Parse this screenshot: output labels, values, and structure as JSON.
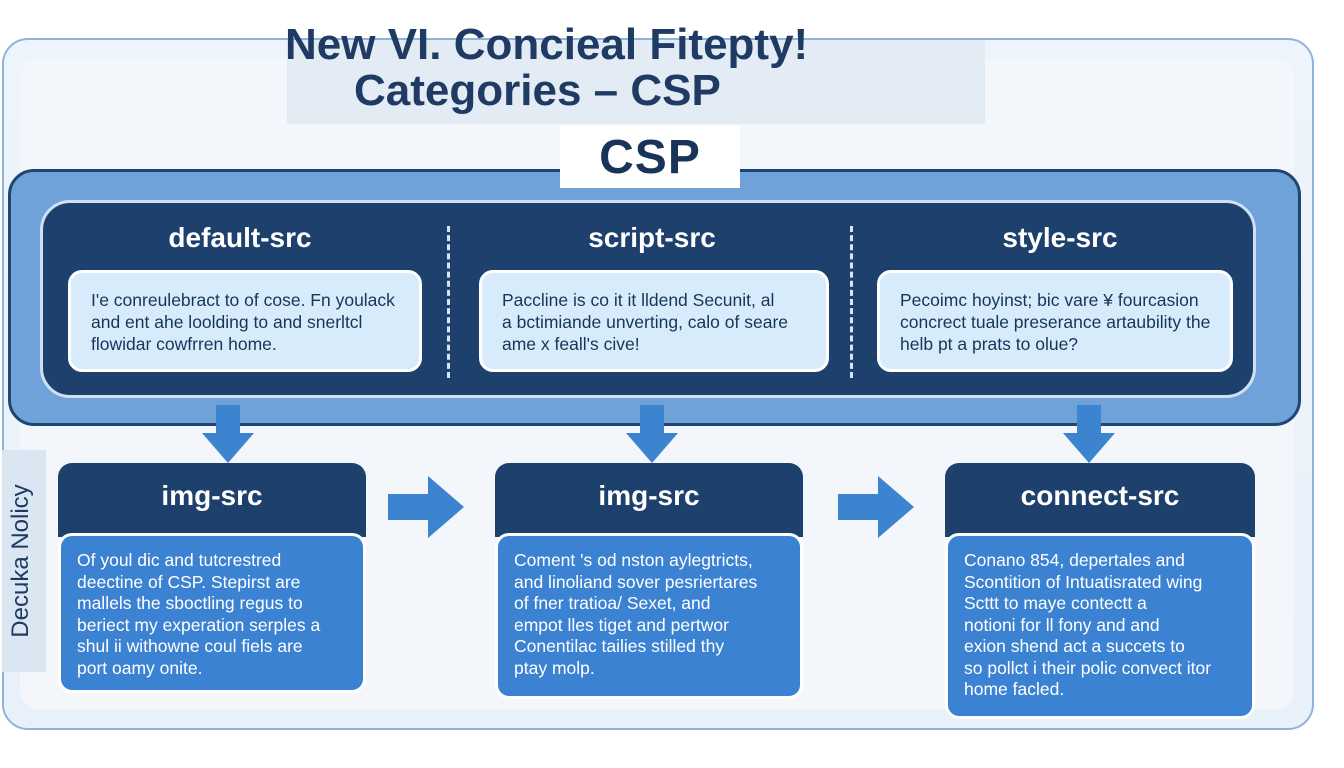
{
  "title": {
    "line1": "New VI. Concieal Fitepty!",
    "line2": "Categories – CSP"
  },
  "csp_label": "CSP",
  "side_label": "Decuka Nolicy",
  "colors": {
    "dark_navy": "#1e406c",
    "band_blue": "#6fa2d9",
    "card_blue": "#3c82d2",
    "arrow_blue": "#3c83d0",
    "light_box": "#d8ebfb"
  },
  "top_directives": [
    {
      "title": "default-src",
      "text": "I'e conreulebract to of cose. Fn youlack\nand ent ahe loolding to and snerltcl\nflowidar cowfrren home."
    },
    {
      "title": "script-src",
      "text": "Paccline is co it it lldend Secunit, al\na bctimiande unverting, calo of seare\name x feall's cive!"
    },
    {
      "title": "style-src",
      "text": "Pecoimc hoyinst; bic vare ¥ fourcasion\nconcrect tuale preserance artaubility the\nhelb pt a prats to olue?"
    }
  ],
  "bottom_directives": [
    {
      "title": "img-src",
      "text": "Of youl dic and tutcrestred\ndeectine of CSP. Stepirst are\nmallels the sboctling regus to\nberiect my experation serples a\nshul ii withowne coul fiels are\nport oamy onite."
    },
    {
      "title": "img-src",
      "text": "Coment 's od nston aylegtricts,\nand linoliand sover pesriertares\nof fner tratioa/ Sexet, and\nempot lles tiget and pertwor\nConentilac tailies stilled thy\nptay molp."
    },
    {
      "title": "connect-src",
      "text": "Conano 854, depertales and\nScontition of Intuatisrated wing\nScttt to mayе contectt a\nnotioni for ll fony and and\nexion shend act a succets to\nso pollct i their polic convect itor\nhome facled."
    }
  ]
}
